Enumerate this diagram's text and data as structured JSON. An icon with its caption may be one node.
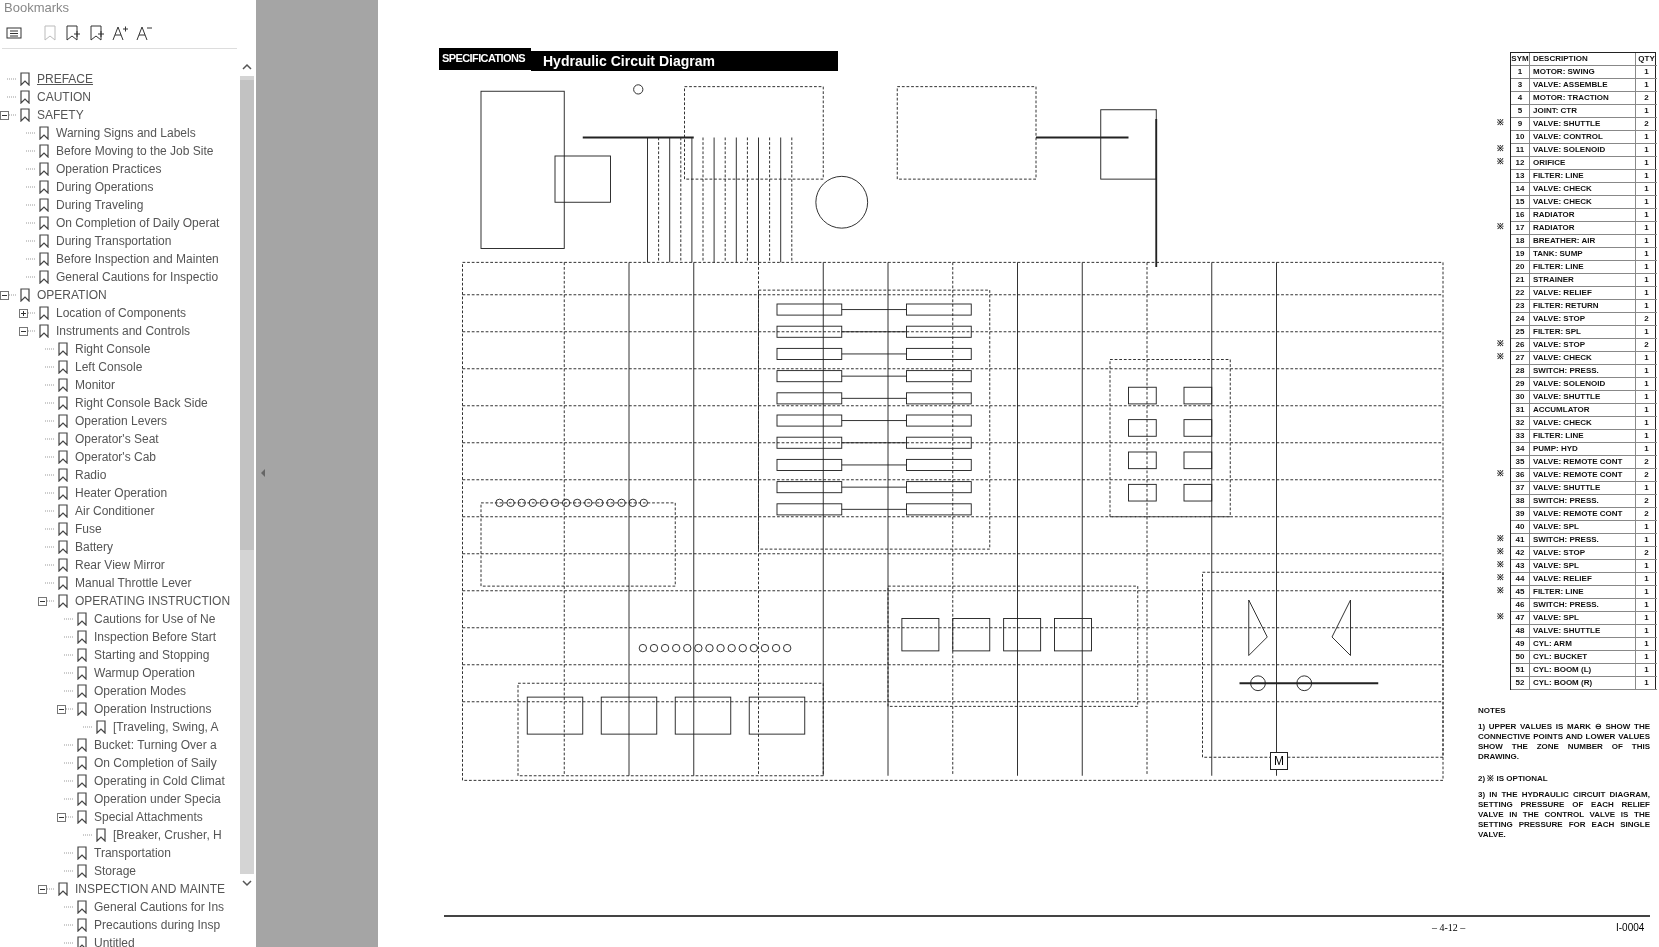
{
  "diagram": {
    "title": "Hydraulic Circuit Diagram",
    "labels": [
      "Bookmarks",
      "PREFACE",
      "CAUTION",
      "SAFETY",
      "Warning Signs and Labels",
      "Before Moving to the Job Site",
      "Operation Practices",
      "During Operations",
      "During Traveling",
      "On Completion of Daily Operat",
      "During Transportation",
      "Before Inspection and Mainten",
      "General Cautions for Inspectio",
      "OPERATION",
      "Location of Components",
      "Instruments and Controls",
      "Right Console",
      "Left Console",
      "Monitor",
      "Right Console Back Side",
      "Operation Levers",
      "Operator's Seat",
      "Operator's Cab",
      "Radio",
      "Heater Operation",
      "Air Conditioner",
      "Fuse",
      "Battery",
      "Rear View Mirror",
      "Manual Throttle Lever",
      "OPERATING INSTRUCTION",
      "Cautions for Use of Ne",
      "Inspection Before Start",
      "Starting and Stopping",
      "Warmup Operation",
      "Operation Modes",
      "Operation Instructions",
      "[Traveling, Swing, A",
      "Bucket: Turning Over a",
      "On Completion of Saily",
      "Operating in Cold Climat",
      "Operation under Specia",
      "Special Attachments",
      "[Breaker, Crusher, H",
      "Transportation",
      "Storage",
      "INSPECTION AND MAINTE",
      "General Cautions for Ins",
      "Precautions during Insp",
      "Untitled",
      "SPECIFICATIONS",
      "SYM",
      "DESCRIPTION",
      "QTY",
      "1",
      "MOTOR: SWING",
      "1",
      "3",
      "VALVE: ASSEMBLE",
      "1",
      "4",
      "MOTOR: TRACTION",
      "2",
      "5",
      "JOINT: CTR",
      "1",
      "※",
      "9",
      "VALVE: SHUTTLE",
      "2",
      "10",
      "VALVE: CONTROL",
      "1",
      "※",
      "11",
      "VALVE: SOLENOID",
      "1",
      "※",
      "12",
      "ORIFICE",
      "1",
      "13",
      "FILTER: LINE",
      "1",
      "14",
      "VALVE: CHECK",
      "1",
      "15",
      "VALVE: CHECK",
      "1",
      "16",
      "RADIATOR",
      "1",
      "※",
      "17",
      "RADIATOR",
      "1",
      "18",
      "BREATHER: AIR",
      "1",
      "19",
      "TANK: SUMP",
      "1",
      "20",
      "FILTER: LINE",
      "1",
      "21",
      "STRAINER",
      "1",
      "22",
      "VALVE: RELIEF",
      "1",
      "23",
      "FILTER: RETURN",
      "1",
      "24",
      "VALVE: STOP",
      "2",
      "25",
      "FILTER: SPL",
      "1",
      "※",
      "26",
      "VALVE: STOP",
      "2",
      "※",
      "27",
      "VALVE: CHECK",
      "1",
      "28",
      "SWITCH: PRESS.",
      "1",
      "29",
      "VALVE: SOLENOID",
      "1",
      "30",
      "VALVE: SHUTTLE",
      "1",
      "31",
      "ACCUMLATOR",
      "1",
      "32",
      "VALVE: CHECK",
      "1",
      "33",
      "FILTER: LINE",
      "1",
      "34",
      "PUMP: HYD",
      "1",
      "35",
      "VALVE: REMOTE CONT",
      "2",
      "※",
      "36",
      "VALVE: REMOTE CONT",
      "2",
      "37",
      "VALVE: SHUTTLE",
      "1",
      "38",
      "SWITCH: PRESS.",
      "2",
      "39",
      "VALVE: REMOTE CONT",
      "2",
      "40",
      "VALVE: SPL",
      "1",
      "※",
      "41",
      "SWITCH: PRESS.",
      "1",
      "※",
      "42",
      "VALVE: STOP",
      "2",
      "※",
      "43",
      "VALVE: SPL",
      "1",
      "※",
      "44",
      "VALVE: RELIEF",
      "1",
      "※",
      "45",
      "FILTER: LINE",
      "1",
      "46",
      "SWITCH: PRESS.",
      "1",
      "※",
      "47",
      "VALVE: SPL",
      "1",
      "48",
      "VALVE: SHUTTLE",
      "1",
      "49",
      "CYL: ARM",
      "1",
      "50",
      "CYL: BUCKET",
      "1",
      "51",
      "CYL: BOOM (L)",
      "1",
      "52",
      "CYL: BOOM (R)",
      "1",
      "NOTES",
      "1) UPPER VALUES IS MARK ⊖ SHOW THE CONNECTIVE POINTS AND LOWER VALUES SHOW THE ZONE NUMBER OF THIS DRAWING.",
      "2) ※ IS OPTIONAL",
      "3) IN THE HYDRAULIC CIRCUIT DIAGRAM, SETTING PRESSURE OF EACH RELIEF VALVE IN THE CONTROL VALVE IS THE SETTING PRESSURE FOR EACH SINGLE VALVE.",
      "M",
      "– 4-12 –",
      "I-0004"
    ]
  }
}
